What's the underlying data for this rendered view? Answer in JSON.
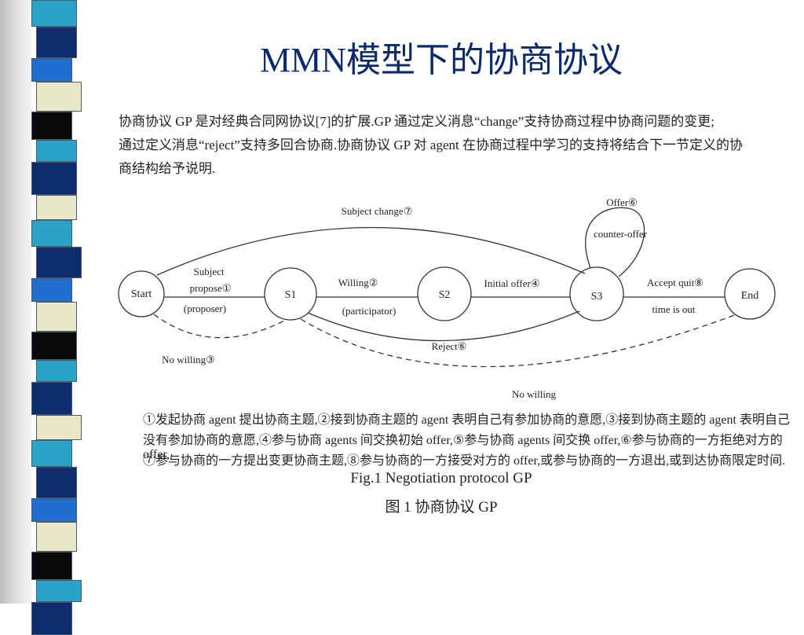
{
  "slide": {
    "title": "MMN模型下的协商协议",
    "paragraph_lines": [
      "协商协议 GP 是对经典合同网协议[7]的扩展.GP 通过定义消息“change”支持协商过程中协商问题的变更;",
      "通过定义消息“reject”支持多回合协商.协商协议 GP 对 agent 在协商过程中学习的支持将结合下一节定义的协",
      "商结构给予说明."
    ]
  },
  "diagram": {
    "states": {
      "start": "Start",
      "s1": "S1",
      "s2": "S2",
      "s3": "S3",
      "end": "End"
    },
    "transitions": {
      "subject_propose_1": "Subject",
      "subject_propose_2": "propose①",
      "proposer": "(proposer)",
      "willing": "Willing②",
      "participator": "(participator)",
      "initial_offer": "Initial offer④",
      "accept_quit": "Accept quit⑧",
      "time_is_out": "time is out",
      "subject_change": "Subject change⑦",
      "offer": "Offer⑥",
      "counter_offer": "counter-offer",
      "reject": "Reject⑥",
      "no_willing_1": "No willing③",
      "no_willing_2": "No willing"
    }
  },
  "notes": [
    "①发起协商 agent 提出协商主题,②接到协商主题的 agent 表明自己有参加协商的意愿,③接到协商主题的 agent 表明自己",
    "没有参加协商的意愿,④参与协商 agents 间交换初始 offer,⑤参与协商 agents 间交换 offer,⑥参与协商的一方拒绝对方的 offer,",
    "⑦参与协商的一方提出变更协商主题,⑧参与协商的一方接受对方的 offer,或参与协商的一方退出,或到达协商限定时间."
  ],
  "captions": {
    "en": "Fig.1    Negotiation protocol GP",
    "zh": "图 1    协商协议 GP"
  },
  "colors": {
    "title": "#0a2a6b",
    "strip_navy": "#0b2d6b",
    "strip_blue": "#1f6fd0",
    "strip_teal": "#2aa3c9",
    "strip_cream": "#e8e8c8",
    "strip_black": "#0a0a0a"
  }
}
